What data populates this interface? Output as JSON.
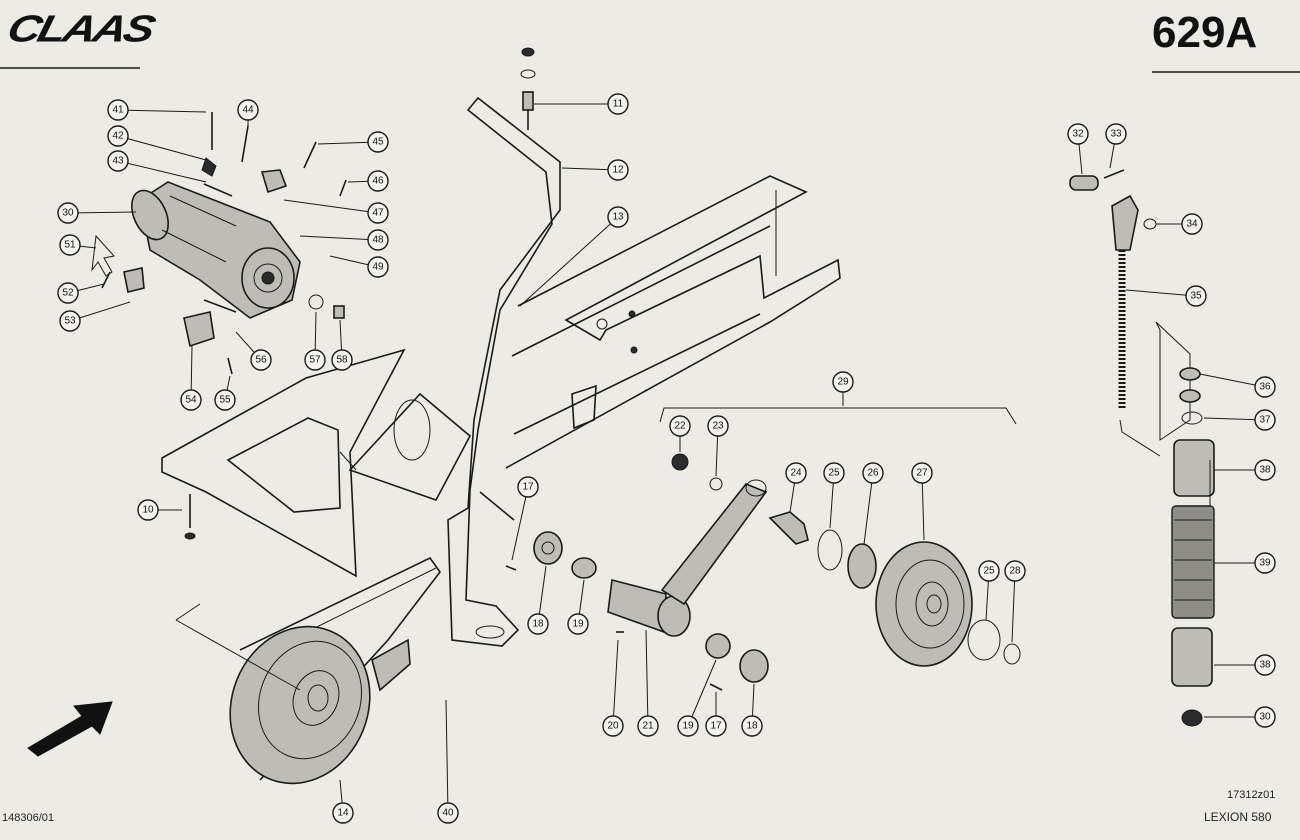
{
  "header": {
    "brand_logo": "CLAAS",
    "page_code": "629A"
  },
  "footer": {
    "document_number": "148306/01",
    "reference_number": "17312z01",
    "model": "LEXION 580"
  },
  "callouts": [
    {
      "label": "41"
    },
    {
      "label": "44"
    },
    {
      "label": "42"
    },
    {
      "label": "43"
    },
    {
      "label": "30"
    },
    {
      "label": "51"
    },
    {
      "label": "52"
    },
    {
      "label": "53"
    },
    {
      "label": "45"
    },
    {
      "label": "46"
    },
    {
      "label": "47"
    },
    {
      "label": "48"
    },
    {
      "label": "49"
    },
    {
      "label": "54"
    },
    {
      "label": "55"
    },
    {
      "label": "56"
    },
    {
      "label": "57"
    },
    {
      "label": "58"
    },
    {
      "label": "11"
    },
    {
      "label": "12"
    },
    {
      "label": "13"
    },
    {
      "label": "10"
    },
    {
      "label": "17"
    },
    {
      "label": "18"
    },
    {
      "label": "19"
    },
    {
      "label": "22"
    },
    {
      "label": "23"
    },
    {
      "label": "29"
    },
    {
      "label": "24"
    },
    {
      "label": "25"
    },
    {
      "label": "26"
    },
    {
      "label": "27"
    },
    {
      "label": "25"
    },
    {
      "label": "28"
    },
    {
      "label": "20"
    },
    {
      "label": "21"
    },
    {
      "label": "19"
    },
    {
      "label": "17"
    },
    {
      "label": "18"
    },
    {
      "label": "14"
    },
    {
      "label": "40"
    },
    {
      "label": "32"
    },
    {
      "label": "33"
    },
    {
      "label": "34"
    },
    {
      "label": "35"
    },
    {
      "label": "36"
    },
    {
      "label": "37"
    },
    {
      "label": "38"
    },
    {
      "label": "39"
    },
    {
      "label": "38"
    },
    {
      "label": "30"
    }
  ]
}
